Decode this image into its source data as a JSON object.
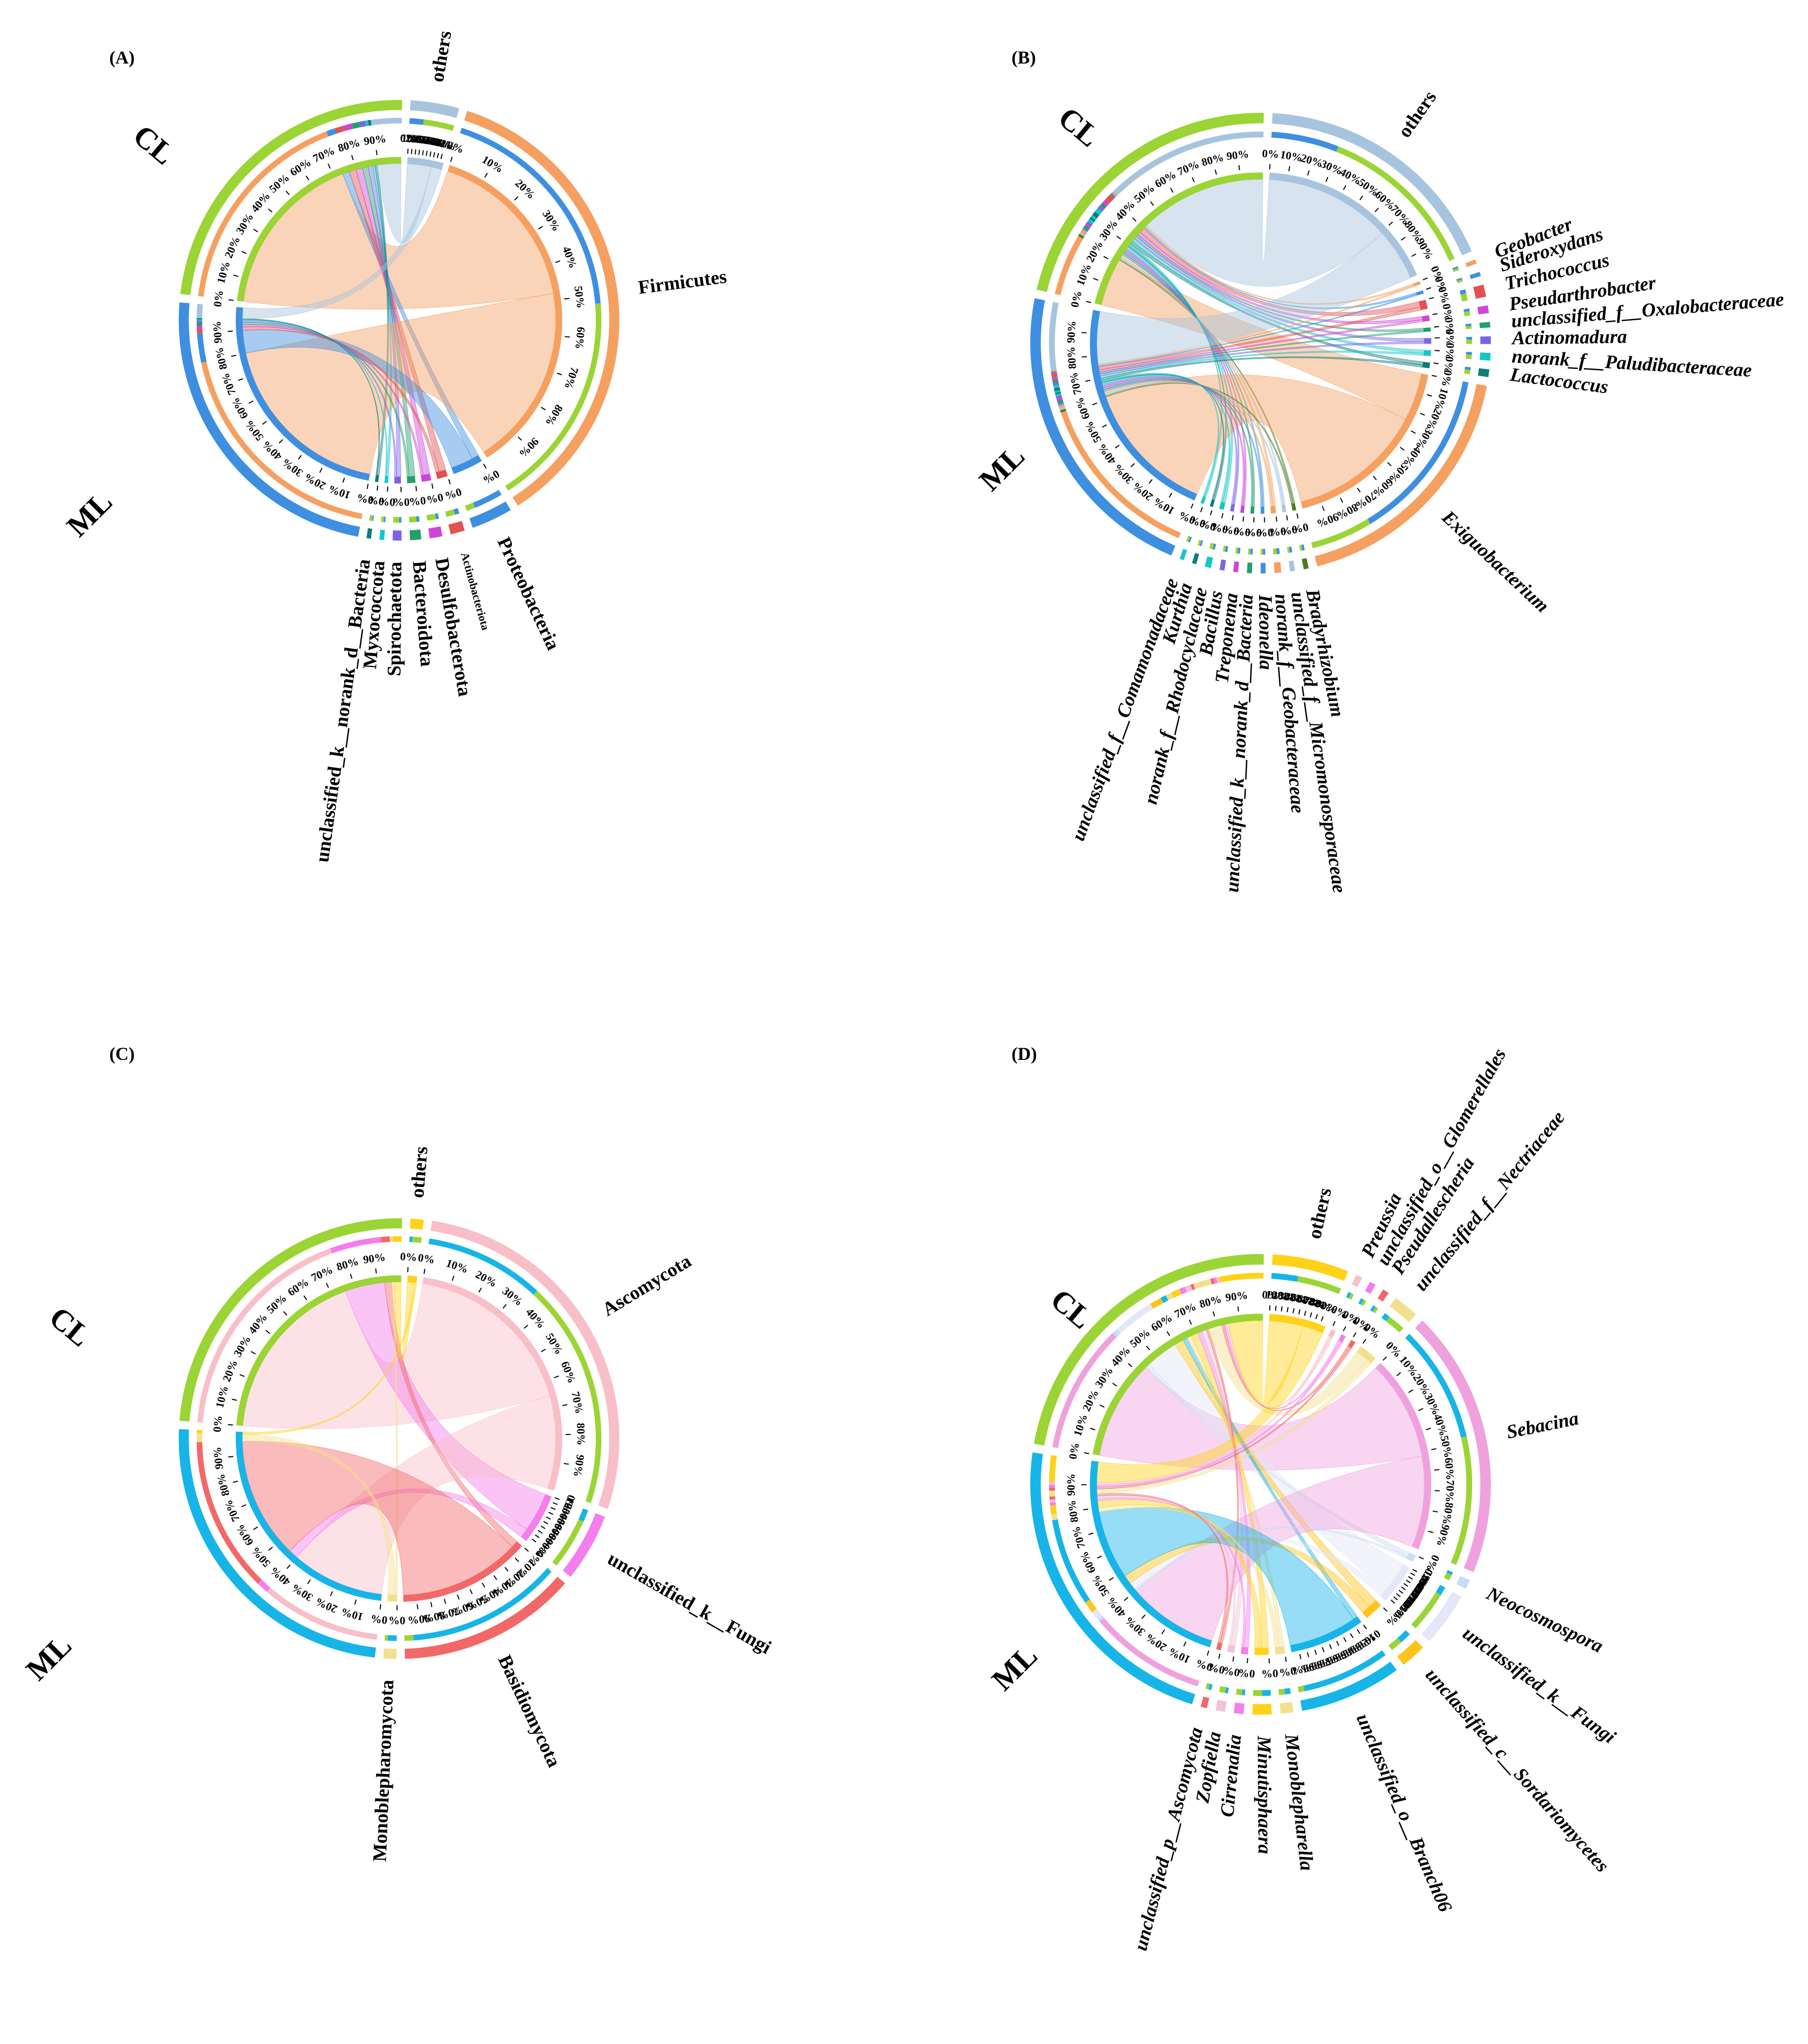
{
  "colors": {
    "CL": "#9BD435",
    "ML_bacteria": "#3E8FE0",
    "ML_fungi": "#17B4E8"
  },
  "tick_labels": [
    "0%",
    "10%",
    "20%",
    "30%",
    "40%",
    "50%",
    "60%",
    "70%",
    "80%",
    "90%"
  ],
  "chart_data": [
    {
      "type": "chord",
      "panel": "(A)",
      "groups": [
        {
          "name": "CL",
          "color": "#9BD435"
        },
        {
          "name": "ML",
          "color": "#3E8FE0"
        }
      ],
      "taxa": [
        {
          "name": "Firmicutes",
          "color": "#F5A061",
          "italic": false,
          "values": [
            74,
            80
          ]
        },
        {
          "name": "Proteobacteria",
          "color": "#3E8FE0",
          "italic": false,
          "values": [
            3,
            10
          ]
        },
        {
          "name": "Actinobacteriota",
          "color": "#E05252",
          "italic": false,
          "small": true,
          "values": [
            3,
            1.5
          ]
        },
        {
          "name": "Desulfobacterota",
          "color": "#CF45D6",
          "italic": false,
          "values": [
            3,
            1
          ]
        },
        {
          "name": "Bacteroidota",
          "color": "#22A06B",
          "italic": false,
          "values": [
            2.5,
            1
          ]
        },
        {
          "name": "Spirochaetota",
          "color": "#7E63E8",
          "italic": false,
          "values": [
            2,
            0.8
          ]
        },
        {
          "name": "Myxococcota",
          "color": "#14C7C7",
          "italic": false,
          "values": [
            1,
            0.5
          ]
        },
        {
          "name": "unclassified_k__norank_d__Bacteria",
          "color": "#0C7C7C",
          "italic": false,
          "values": [
            1,
            0.4
          ]
        },
        {
          "name": "others",
          "color": "#A7C4DE",
          "italic": false,
          "values": [
            10.5,
            4.8
          ]
        }
      ]
    },
    {
      "type": "chord",
      "panel": "(B)",
      "groups": [
        {
          "name": "CL",
          "color": "#9BD435"
        },
        {
          "name": "ML",
          "color": "#3E8FE0"
        }
      ],
      "taxa": [
        {
          "name": "Exiguobacterium",
          "color": "#F5A061",
          "italic": true,
          "values": [
            22,
            62
          ]
        },
        {
          "name": "Bradyrhizobium",
          "color": "#4C7A1E",
          "italic": true,
          "values": [
            0.8,
            0.8
          ]
        },
        {
          "name": "unclassified_f__Micromonosporaceae",
          "color": "#A7C4DE",
          "italic": true,
          "values": [
            0.8,
            0.8
          ]
        },
        {
          "name": "norank_f__Geobacteraceae",
          "color": "#F5A061",
          "italic": true,
          "values": [
            1.2,
            1
          ]
        },
        {
          "name": "Ideonella",
          "color": "#3E8FE0",
          "italic": true,
          "values": [
            0.8,
            0.8
          ]
        },
        {
          "name": "unclassified_k__norank_d__Bacteria",
          "color": "#22A06B",
          "italic": true,
          "values": [
            0.8,
            0.8
          ]
        },
        {
          "name": "Treponema",
          "color": "#CF45D6",
          "italic": true,
          "values": [
            0.8,
            0.8
          ]
        },
        {
          "name": "Bacillus",
          "color": "#7E63E8",
          "italic": true,
          "values": [
            0.8,
            0.8
          ]
        },
        {
          "name": "norank_f__Rhodocyclaceae",
          "color": "#14C7C7",
          "italic": true,
          "values": [
            1.2,
            0.8
          ]
        },
        {
          "name": "Kurthia",
          "color": "#0C7C7C",
          "italic": true,
          "values": [
            0.8,
            0.6
          ]
        },
        {
          "name": "unclassified_f__Comamonadaceae",
          "color": "#14C7C7",
          "italic": true,
          "values": [
            0.8,
            0.6
          ]
        },
        {
          "name": "Lactococcus",
          "color": "#0C7C7C",
          "italic": true,
          "values": [
            1.5,
            1
          ]
        },
        {
          "name": "norank_f__Paludibacteraceae",
          "color": "#14C7C7",
          "italic": true,
          "values": [
            1.5,
            1
          ]
        },
        {
          "name": "Actinomadura",
          "color": "#7E63E8",
          "italic": true,
          "values": [
            1.5,
            1
          ]
        },
        {
          "name": "unclassified_f__Oxalobacteraceae",
          "color": "#22A06B",
          "italic": true,
          "values": [
            1,
            0.8
          ]
        },
        {
          "name": "Pseudarthrobacter",
          "color": "#CF45D6",
          "italic": true,
          "values": [
            1.5,
            1
          ]
        },
        {
          "name": "Trichococcus",
          "color": "#E05252",
          "italic": true,
          "values": [
            2.5,
            1.5
          ]
        },
        {
          "name": "Sideroxydans",
          "color": "#3E8FE0",
          "italic": true,
          "values": [
            0.8,
            0.6
          ]
        },
        {
          "name": "Geobacter",
          "color": "#F5A061",
          "italic": true,
          "values": [
            0.8,
            0.6
          ]
        },
        {
          "name": "others",
          "color": "#A7C4DE",
          "italic": false,
          "values": [
            58,
            24
          ]
        }
      ]
    },
    {
      "type": "chord",
      "panel": "(C)",
      "groups": [
        {
          "name": "CL",
          "color": "#9BD435"
        },
        {
          "name": "ML",
          "color": "#17B4E8"
        }
      ],
      "taxa": [
        {
          "name": "Ascomycota",
          "color": "#F8BFC8",
          "italic": false,
          "values": [
            76,
            40
          ]
        },
        {
          "name": "unclassified_k__Fungi",
          "color": "#F47EEB",
          "italic": false,
          "values": [
            17,
            4
          ]
        },
        {
          "name": "Basidiomycota",
          "color": "#F26868",
          "italic": false,
          "values": [
            3,
            52
          ]
        },
        {
          "name": "Monoblepharomycota",
          "color": "#F3E08E",
          "italic": false,
          "values": [
            1,
            3
          ]
        },
        {
          "name": "others",
          "color": "#FFD21A",
          "italic": false,
          "values": [
            3,
            1
          ]
        }
      ]
    },
    {
      "type": "chord",
      "panel": "(D)",
      "groups": [
        {
          "name": "CL",
          "color": "#9BD435"
        },
        {
          "name": "ML",
          "color": "#17B4E8"
        }
      ],
      "taxa": [
        {
          "name": "Sebacina",
          "color": "#EFA1DD",
          "italic": true,
          "values": [
            44,
            40
          ]
        },
        {
          "name": "Neocosmospora",
          "color": "#C8DEF5",
          "italic": true,
          "values": [
            2,
            1
          ]
        },
        {
          "name": "unclassified_k__Fungi",
          "color": "#E4E7F7",
          "italic": true,
          "values": [
            14,
            3
          ]
        },
        {
          "name": "unclassified_c__Sordariomycetes",
          "color": "#FFC31A",
          "italic": true,
          "values": [
            4,
            4
          ]
        },
        {
          "name": "unclassified_o__Branch06",
          "color": "#17B4E8",
          "italic": true,
          "values": [
            2,
            30
          ]
        },
        {
          "name": "Monoblepharella",
          "color": "#F3E08E",
          "italic": true,
          "values": [
            2,
            2
          ]
        },
        {
          "name": "Minutisphaera",
          "color": "#FFD21A",
          "italic": true,
          "values": [
            3,
            3
          ]
        },
        {
          "name": "Cirrenalia",
          "color": "#F47EEB",
          "italic": true,
          "values": [
            2,
            1
          ]
        },
        {
          "name": "Zopfiella",
          "color": "#F0C3D8",
          "italic": true,
          "values": [
            2,
            1
          ]
        },
        {
          "name": "unclassified_p__Ascomycota",
          "color": "#F26868",
          "italic": true,
          "values": [
            1,
            1
          ]
        },
        {
          "name": "unclassified_f__Nectriaceae",
          "color": "#F3E08E",
          "italic": true,
          "values": [
            6,
            2
          ]
        },
        {
          "name": "Pseudallescheria",
          "color": "#F26868",
          "italic": true,
          "values": [
            1,
            1
          ]
        },
        {
          "name": "unclassified_o__Glomerellales",
          "color": "#F47EEB",
          "italic": true,
          "values": [
            1,
            1
          ]
        },
        {
          "name": "Preussia",
          "color": "#F8BFC8",
          "italic": true,
          "values": [
            1,
            1
          ]
        },
        {
          "name": "others",
          "color": "#FFD21A",
          "italic": false,
          "values": [
            15,
            9
          ]
        }
      ]
    }
  ]
}
